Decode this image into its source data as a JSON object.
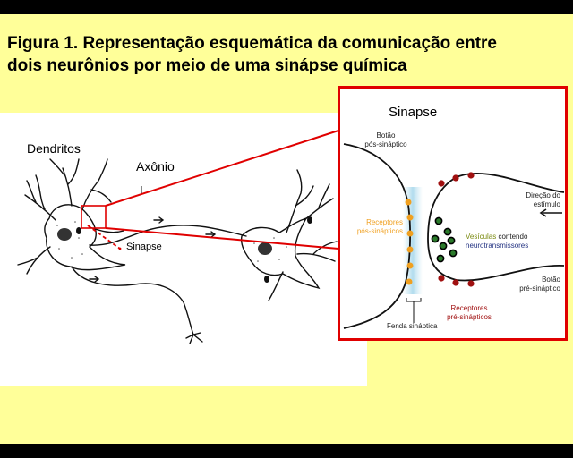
{
  "title": {
    "line1": "Figura 1. Representação esquemática da comunicação entre",
    "line2": "dois neurônios por meio de uma sinápse química"
  },
  "neuron_diagram": {
    "dendritos_label": "Dendritos",
    "axonio_label": "Axônio",
    "sinapse_label": "Sinapse"
  },
  "synapse_detail": {
    "title": "Sinapse",
    "botao_pos_line1": "Botão",
    "botao_pos_line2": "pós-sináptico",
    "receptores_pos_line1": "Receptores",
    "receptores_pos_line2": "pós-sinápticos",
    "vesiculas": "Vesículas",
    "contendo": "contendo",
    "neurotransmissores": "neurotransmissores",
    "direcao_line1": "Direção do",
    "direcao_line2": "estímulo",
    "botao_pre_line1": "Botão",
    "botao_pre_line2": "pré-sináptico",
    "receptores_pre_line1": "Receptores",
    "receptores_pre_line2": "pré-sinápticos",
    "fenda": "Fenda sináptica"
  },
  "colors": {
    "background": "#ffff99",
    "frame": "#000000",
    "zoom_box": "#e00000",
    "receptor_pos": "#f0a020",
    "receptor_pre": "#a01010",
    "vesicle": "#2a7a2a"
  }
}
